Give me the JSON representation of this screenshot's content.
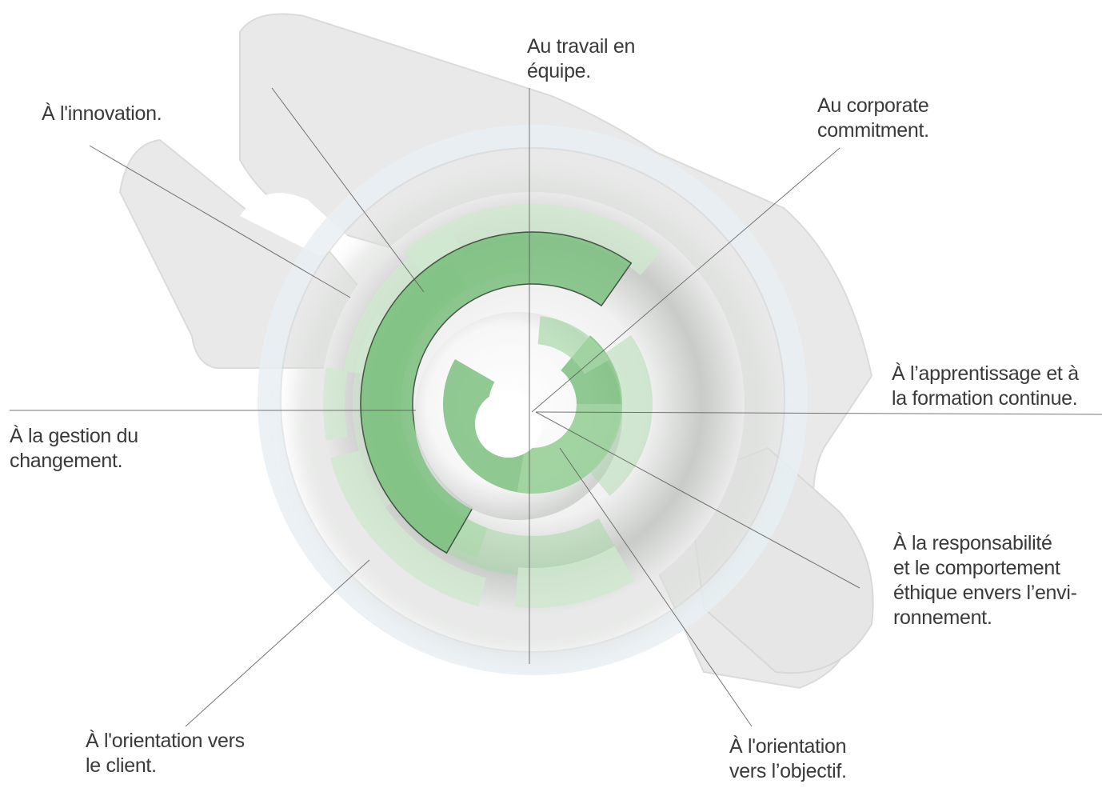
{
  "diagram": {
    "labels": {
      "innovation": [
        "À l'innovation."
      ],
      "teamwork": [
        "Au travail en",
        "équipe."
      ],
      "commitment": [
        "Au corporate",
        "commitment."
      ],
      "learning": [
        "À l’apprentissage et à",
        "la formation continue."
      ],
      "change": [
        "À la gestion du",
        "changement."
      ],
      "responsibility": [
        "À la responsabilité",
        "et le comportement",
        "éthique envers l’envi-",
        "ronnement."
      ],
      "client": [
        "À l'orientation vers",
        "le client."
      ],
      "objective": [
        "À l'orientation",
        "vers l’objectif."
      ]
    },
    "colors": {
      "green": "#7cc07f",
      "green_light": "#a9d8a9",
      "green_pale": "#cfe9cf",
      "background_part": "#e4e6e4",
      "leader_line": "#555555",
      "text": "#3a3a3a"
    },
    "background_icon": "machined-bracket-with-ring"
  }
}
